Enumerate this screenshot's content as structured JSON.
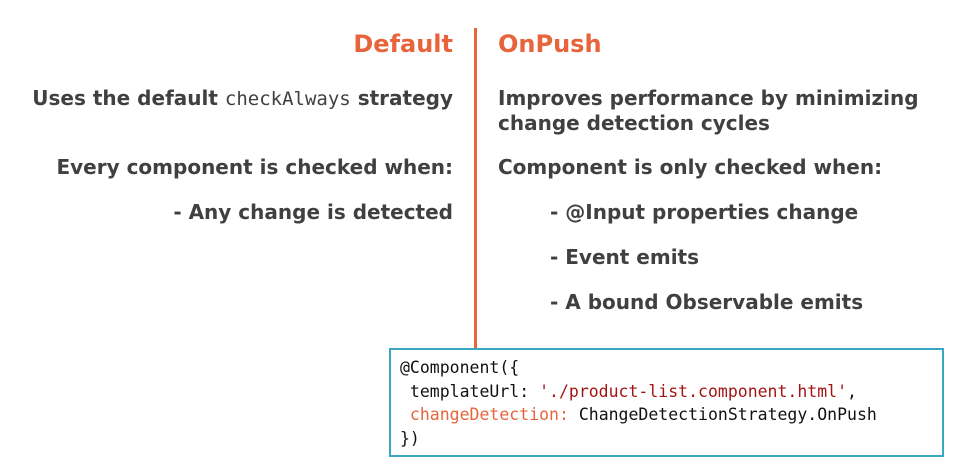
{
  "left": {
    "heading": "Default",
    "strategy_prefix": "Uses the default ",
    "strategy_code": "checkAlways",
    "strategy_suffix": " strategy",
    "checked_when": "Every component is checked when:",
    "bullet": "- Any change is detected"
  },
  "right": {
    "heading": "OnPush",
    "improves_line1": "Improves performance by minimizing",
    "improves_line2": "change detection cycles",
    "checked_when": "Component is only checked when:",
    "bullets": [
      "- @Input properties change",
      "- Event emits",
      "- A bound Observable emits"
    ]
  },
  "code": {
    "line1": "@Component({",
    "line2_key": " templateUrl: ",
    "line2_value": "'./product-list.component.html'",
    "line2_end": ",",
    "line3_key": " changeDetection:",
    "line3_value": " ChangeDetectionStrategy.OnPush",
    "line4": "})"
  },
  "colors": {
    "accent": "#e8643a",
    "code_border": "#3aa6c1",
    "text": "#404040",
    "string": "#a31515"
  }
}
